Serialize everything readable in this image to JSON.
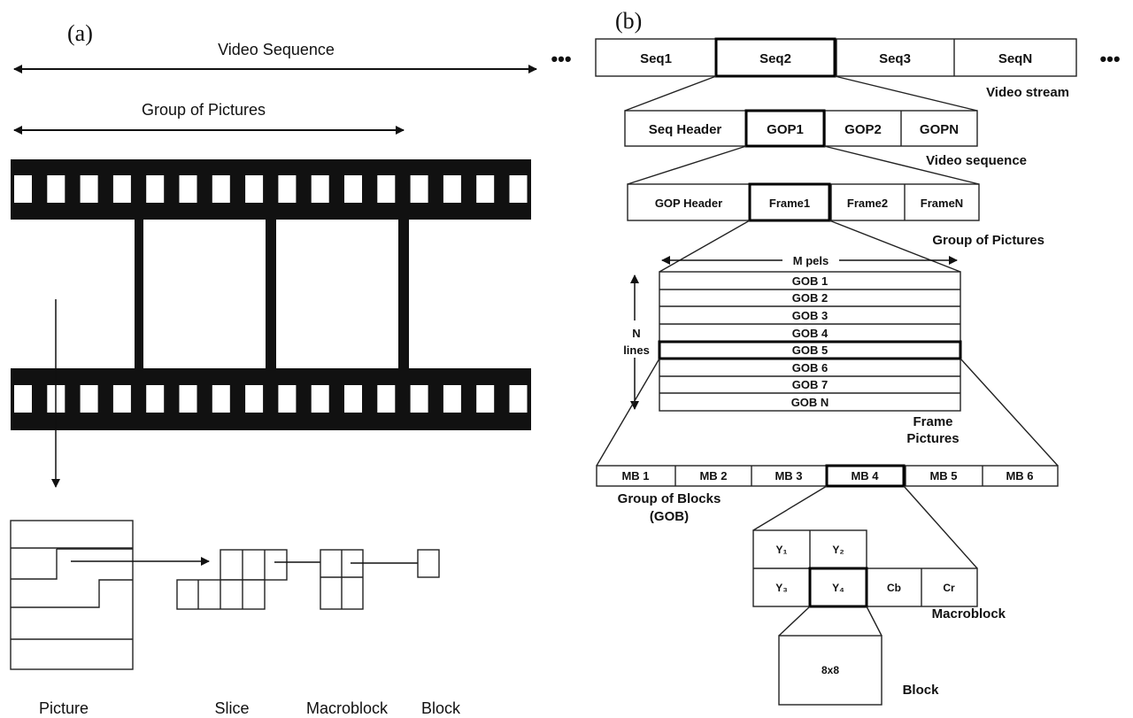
{
  "panel_a": {
    "label": "(a)",
    "video_sequence": "Video Sequence",
    "group_of_pictures": "Group of Pictures",
    "captions": {
      "picture": "Picture",
      "slice": "Slice",
      "macroblock": "Macroblock",
      "block": "Block"
    }
  },
  "panel_b": {
    "label": "(b)",
    "ellipsis": "•••",
    "stream": {
      "cells": [
        "Seq1",
        "Seq2",
        "Seq3",
        "SeqN"
      ],
      "caption": "Video stream"
    },
    "sequence": {
      "cells": [
        "Seq Header",
        "GOP1",
        "GOP2",
        "GOPN"
      ],
      "caption": "Video sequence"
    },
    "gop": {
      "cells": [
        "GOP Header",
        "Frame1",
        "Frame2",
        "FrameN"
      ],
      "caption": "Group of Pictures"
    },
    "frame": {
      "width_label": "M pels",
      "height_label_1": "N",
      "height_label_2": "lines",
      "rows": [
        "GOB 1",
        "GOB 2",
        "GOB 3",
        "GOB 4",
        "GOB 5",
        "GOB 6",
        "GOB 7",
        "GOB N"
      ],
      "caption_1": "Frame",
      "caption_2": "Pictures"
    },
    "gob": {
      "cells": [
        "MB 1",
        "MB 2",
        "MB 3",
        "MB 4",
        "MB 5",
        "MB 6"
      ],
      "caption_1": "Group of Blocks",
      "caption_2": "(GOB)"
    },
    "macroblock": {
      "y1": "Y₁",
      "y2": "Y₂",
      "y3": "Y₃",
      "y4": "Y₄",
      "cb": "Cb",
      "cr": "Cr",
      "caption": "Macroblock"
    },
    "block": {
      "label": "8x8",
      "caption": "Block"
    }
  }
}
